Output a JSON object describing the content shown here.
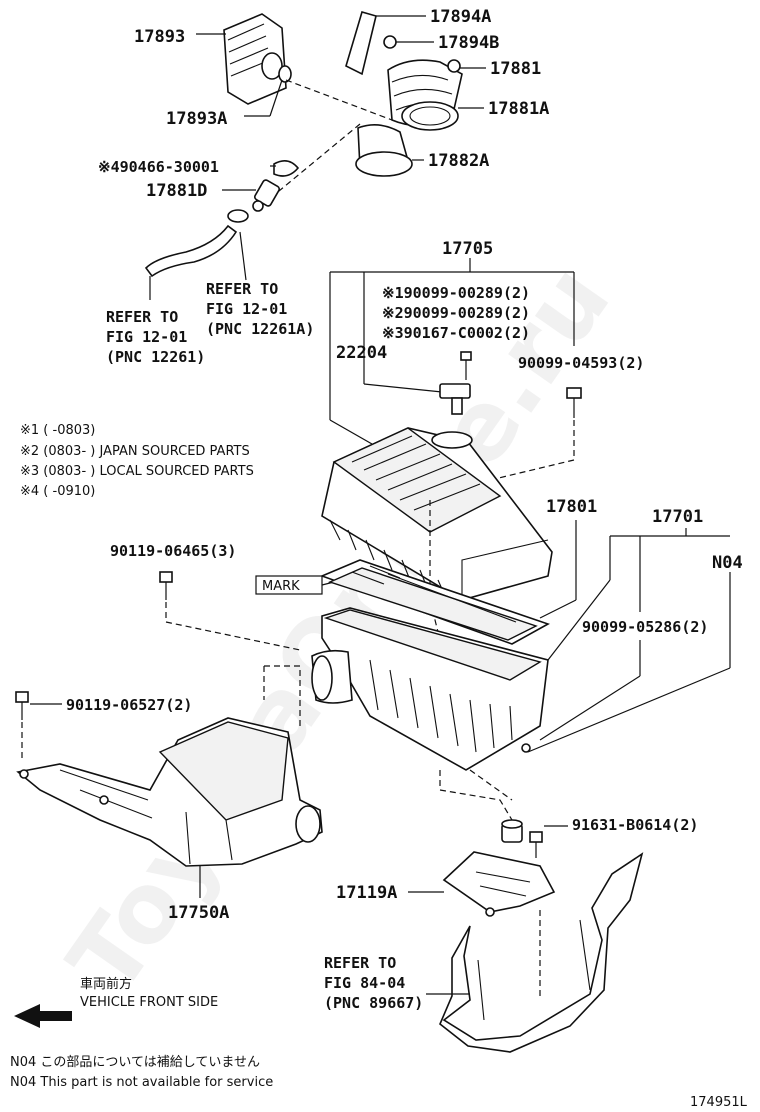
{
  "watermark": "ToyotaOnline.ru",
  "labels": {
    "p17893": "17893",
    "p17893a": "17893A",
    "p17894a": "17894A",
    "p17894b": "17894B",
    "p17881": "17881",
    "p17881a": "17881A",
    "p17882a": "17882A",
    "p90466": "※490466-30001",
    "p17881d": "17881D",
    "refer1_l1": "REFER TO",
    "refer1_l2": "FIG 12-01",
    "refer1_l3": "(PNC 12261)",
    "refer2_l1": "REFER TO",
    "refer2_l2": "FIG 12-01",
    "refer2_l3": "(PNC 12261A)",
    "p17705": "17705",
    "p90099_289_1": "※190099-00289(2)",
    "p90099_289_2": "※290099-00289(2)",
    "p90167": "※390167-C0002(2)",
    "p22204": "22204",
    "p90099_04593": "90099-04593(2)",
    "p17801": "17801",
    "p17701": "17701",
    "pN04": "N04",
    "p90119_06465": "90119-06465(3)",
    "mark": "MARK",
    "p90099_05286": "90099-05286(2)",
    "p90119_06527": "90119-06527(2)",
    "p91631": "91631-B0614(2)",
    "p17119a": "17119A",
    "p17750a": "17750A",
    "refer3_l1": "REFER TO",
    "refer3_l2": "FIG 84-04",
    "refer3_l3": "(PNC 89667)"
  },
  "notes": {
    "n1": "※1 (      -0803)",
    "n2": "※2 (0803-      ) JAPAN SOURCED PARTS",
    "n3": "※3 (0803-      ) LOCAL SOURCED PARTS",
    "n4": "※4 (      -0910)"
  },
  "direction": {
    "jp": "車両前方",
    "en": "VEHICLE FRONT SIDE"
  },
  "footer": {
    "jp": "N04  この部品については補給していません",
    "en": "N04  This part is not available for service",
    "code": "174951L"
  }
}
